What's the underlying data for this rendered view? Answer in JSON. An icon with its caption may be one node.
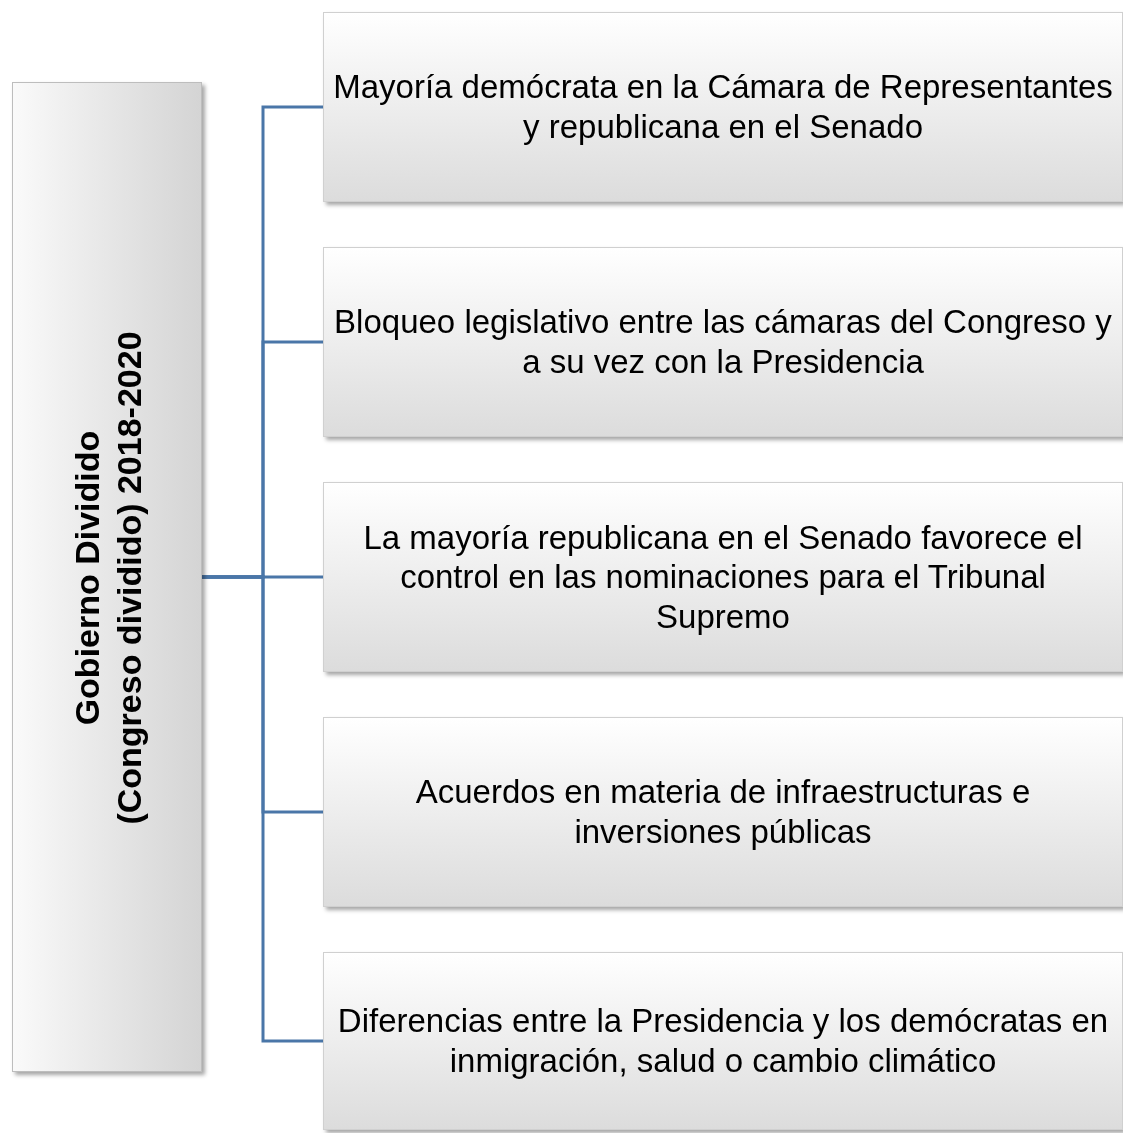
{
  "diagram": {
    "nodes": [
      {
        "text": [
          "Gobierno Dividido",
          "(Congreso dividido) 2018-2020"
        ]
      },
      {
        "text": [
          "Mayoría demócrata en la Cámara de Representantes y republicana en el Senado"
        ]
      },
      {
        "text": [
          "Bloqueo legislativo entre las cámaras del Congreso y a su vez con la Presidencia"
        ]
      },
      {
        "text": [
          "La mayoría republicana en el Senado favorece el control en las nominaciones para el Tribunal Supremo"
        ]
      },
      {
        "text": [
          "Acuerdos en materia de infraestructuras e inversiones públicas"
        ]
      },
      {
        "text": [
          "Diferencias entre la Presidencia y los demócratas en inmigración, salud o cambio climático"
        ]
      }
    ],
    "edges": [
      {
        "from": 0,
        "to": 1,
        "arrow": "none"
      },
      {
        "from": 0,
        "to": 2,
        "arrow": "none"
      },
      {
        "from": 0,
        "to": 3,
        "arrow": "none"
      },
      {
        "from": 0,
        "to": 4,
        "arrow": "none"
      },
      {
        "from": 0,
        "to": 5,
        "arrow": "none"
      }
    ]
  }
}
